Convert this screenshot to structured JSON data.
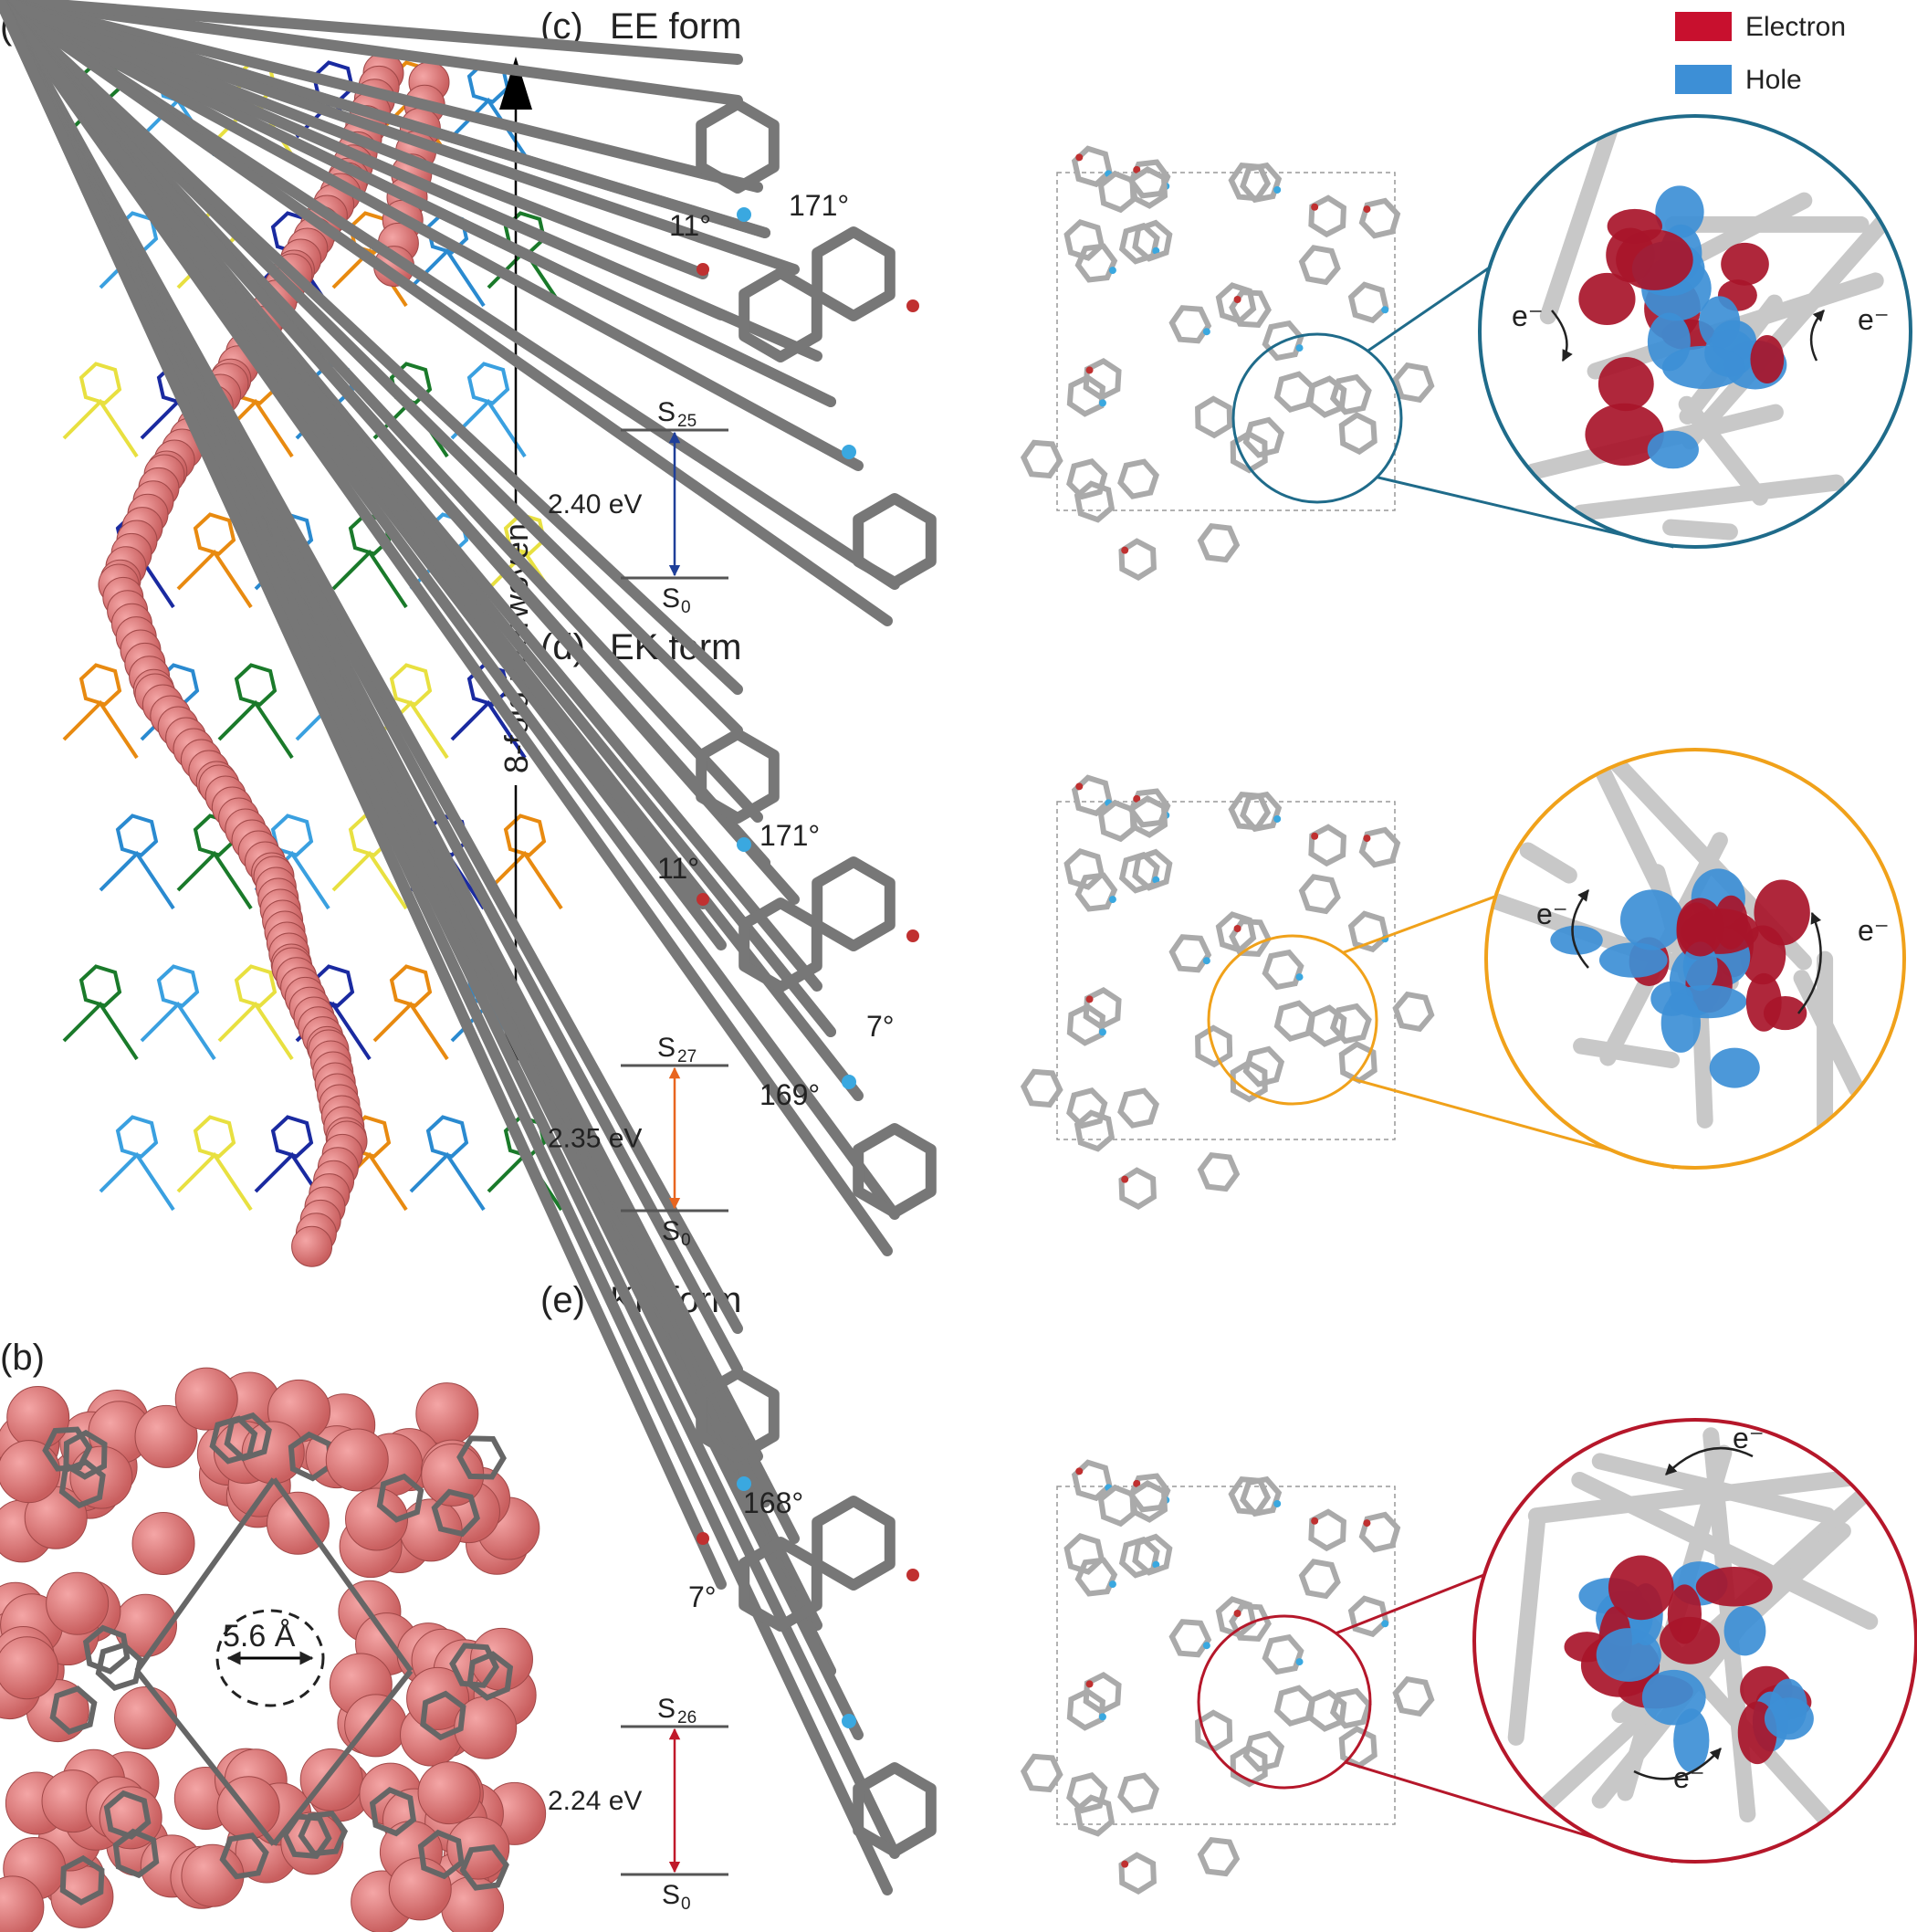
{
  "panels": {
    "a": {
      "label": "(a)"
    },
    "b": {
      "label": "(b)",
      "pore_size": "5.6 Å"
    },
    "c": {
      "label": "(c)",
      "title": "EE form",
      "angles": [
        "11°",
        "171°"
      ],
      "upper_state": "S",
      "upper_sub": "25",
      "lower_state": "S",
      "lower_sub": "0",
      "energy": "2.40 eV",
      "color": "#1f3f99",
      "circle_color": "#1f6b8a"
    },
    "d": {
      "label": "(d)",
      "title": "EK form",
      "angles": [
        "11°",
        "171°",
        "7°",
        "169°"
      ],
      "upper_state": "S",
      "upper_sub": "27",
      "lower_state": "S",
      "lower_sub": "0",
      "energy": "2.35 eV",
      "color": "#e8651f",
      "circle_color": "#f0a11a"
    },
    "e": {
      "label": "(e)",
      "title": "KK form",
      "angles": [
        "168°",
        "7°"
      ],
      "upper_state": "S",
      "upper_sub": "26",
      "lower_state": "S",
      "lower_sub": "0",
      "energy": "2.24 eV",
      "color": "#c0192a",
      "circle_color": "#b5172a"
    }
  },
  "interwoven_label": "8-fold interwoven",
  "electron_label": "e⁻",
  "legend": [
    {
      "label": "Electron",
      "color": "#c8102e"
    },
    {
      "label": "Hole",
      "color": "#3d8fd6"
    }
  ]
}
